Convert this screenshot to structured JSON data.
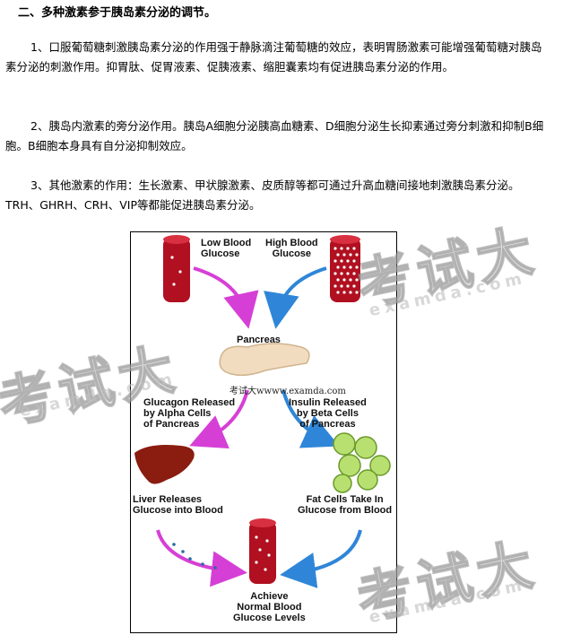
{
  "heading": "二、多种激素参于胰岛素分泌的调节。",
  "paragraphs": [
    "1、口服葡萄糖刺激胰岛素分泌的作用强于静脉滴注葡萄糖的效应，表明胃肠激素可能增强葡萄糖对胰岛素分泌的刺激作用。抑胃肽、促胃液素、促胰液素、缩胆囊素均有促进胰岛素分泌的作用。",
    "2、胰岛内激素的旁分泌作用。胰岛A细胞分泌胰高血糖素、D细胞分泌生长抑素通过旁分刺激和抑制B细胞。B细胞本身具有自分泌抑制效应。",
    "3、其他激素的作用：生长激素、甲状腺激素、皮质醇等都可通过升高血糖间接地刺激胰岛素分泌。TRH、GHRH、CRH、VIP等都能促进胰岛素分泌。"
  ],
  "figure": {
    "low_blood_glucose": "Low Blood\nGlucose",
    "high_blood_glucose": "High Blood\nGlucose",
    "pancreas": "Pancreas",
    "site_watermark": "考试大wwww.examda.com",
    "glucagon": "Glucagon Released\nby Alpha Cells\nof Pancreas",
    "insulin": "Insulin Released\nby Beta Cells\nof Pancreas",
    "liver": "Liver Releases\nGlucose into Blood",
    "fat": "Fat Cells Take In\nGlucose from Blood",
    "achieve": "Achieve\nNormal Blood\nGlucose Levels"
  },
  "watermarks": {
    "big": "考试大",
    "small": "examda.com"
  },
  "colors": {
    "tube_red": "#b01020",
    "magenta_arrow": "#d63fd6",
    "blue_arrow": "#2f86d8",
    "liver": "#8a1c10",
    "fat_cells": "#b8e070",
    "pancreas": "#f2dcc0"
  }
}
